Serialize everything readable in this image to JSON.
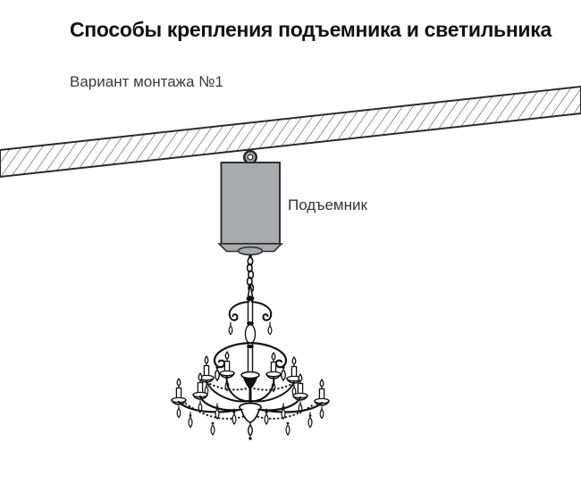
{
  "header": {
    "title": "Способы крепления подъемника и светильника",
    "subtitle": "Вариант монтажа №1"
  },
  "diagram": {
    "lift_label": "Подъемник",
    "parts": [
      "ceiling-beam-hatched",
      "mount-ring-icon",
      "lift-box",
      "chain-icon",
      "chandelier-icon"
    ],
    "colors": {
      "background": "#ffffff",
      "lift_fill": "#a8aaad",
      "outline": "#2b2b2b",
      "hatch_line": "#3f3f3f",
      "drawing_ink": "#111111",
      "title_text": "#111111",
      "body_text": "#3a3a3a"
    }
  }
}
